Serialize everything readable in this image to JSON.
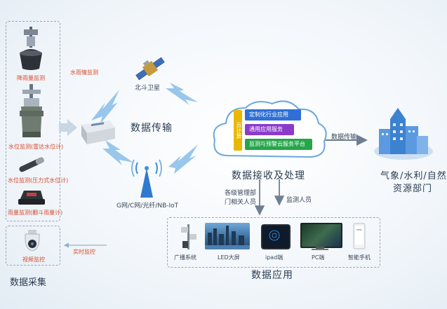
{
  "collection": {
    "title": "数据采集",
    "devices": [
      {
        "label": "降雨量监测"
      },
      {
        "label": "水位监测(雷达水位计)"
      },
      {
        "label": "水位监测(压力式水位计)"
      },
      {
        "label": "雨量监测(翻斗雨量计)"
      }
    ],
    "camera_label": "视频监控"
  },
  "links": {
    "rain_water_monitor": "水雨情监测",
    "realtime_monitor": "实时监控"
  },
  "transmission": {
    "satellite_label": "北斗卫星",
    "title": "数据传输",
    "network_label": "G网/C网/光纤/NB-IoT"
  },
  "processing": {
    "cloud_side": "云计算",
    "services": [
      {
        "label": "定制化行业应用",
        "color": "#2f6fd6"
      },
      {
        "label": "通用应用服务",
        "color": "#8b3bc9"
      },
      {
        "label": "监测与预警云服务平台",
        "color": "#25a64a"
      }
    ],
    "title": "数据接收及处理",
    "arrow_label": "数据传输"
  },
  "target": {
    "line1": "气象/水利/自然",
    "line2": "资源部门"
  },
  "personnel": {
    "dept_line1": "各级管理部",
    "dept_line2": "门相关人员",
    "monitor": "监测人员"
  },
  "application": {
    "title": "数据应用",
    "items": [
      {
        "label": "广播系统"
      },
      {
        "label": "LED大屏"
      },
      {
        "label": "ipad端"
      },
      {
        "label": "PC端"
      },
      {
        "label": "智能手机"
      }
    ]
  },
  "colors": {
    "accent_blue": "#3f8fd8",
    "lightning": "#7fb6e6",
    "city_blue": "#3b82d0"
  }
}
